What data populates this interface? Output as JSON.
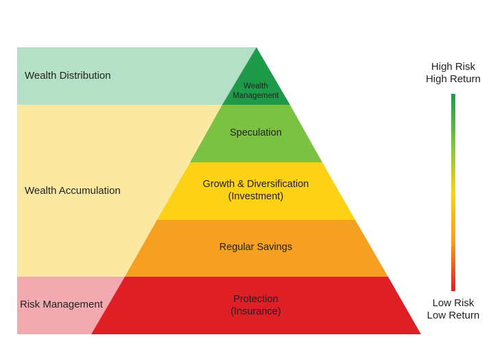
{
  "bands": [
    {
      "label": "Wealth Distribution",
      "color": "#b4e0c8"
    },
    {
      "label": "Wealth Accumulation",
      "color": "#fbe9a2"
    },
    {
      "label": "Risk Management",
      "color": "#f2aab0"
    }
  ],
  "tiers": [
    {
      "lines": [
        "Wealth",
        "Management"
      ],
      "color": "#1e9a4a"
    },
    {
      "lines": [
        "Speculation"
      ],
      "color": "#7cc242"
    },
    {
      "lines": [
        "Growth & Diversification",
        "(Investment)"
      ],
      "color": "#fcd116"
    },
    {
      "lines": [
        "Regular Savings"
      ],
      "color": "#f5a020"
    },
    {
      "lines": [
        "Protection",
        "(Insurance)"
      ],
      "color": "#de1f26"
    }
  ],
  "scale": {
    "top": [
      "High Risk",
      "High Return"
    ],
    "bottom": [
      "Low Risk",
      "Low Return"
    ],
    "gradient": [
      "#1e9a4a",
      "#7cc242",
      "#fcd116",
      "#f5a020",
      "#de1f26"
    ]
  }
}
